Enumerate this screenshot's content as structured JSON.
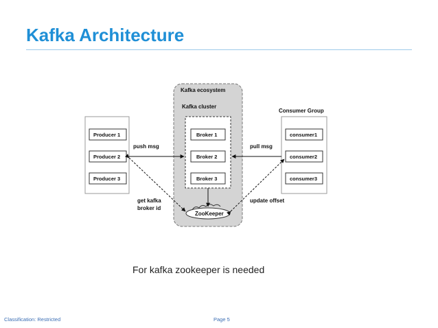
{
  "slide": {
    "title": "Kafka Architecture",
    "caption": "For kafka zookeeper is needed",
    "classification": "Classification: Restricted",
    "page": "Page 5"
  },
  "diagram": {
    "ecosystem_label": "Kafka ecosystem",
    "cluster_label": "Kafka cluster",
    "brokers": [
      "Broker 1",
      "Broker 2",
      "Broker 3"
    ],
    "producers": [
      "Producer 1",
      "Producer 2",
      "Producer 3"
    ],
    "consumer_group_label": "Consumer Group",
    "consumers": [
      "consumer1",
      "consumer2",
      "consumer3"
    ],
    "zookeeper_label": "ZooKeeper",
    "push_msg": "push msg",
    "pull_msg": "pull msg",
    "get_kafka": "get kafka",
    "broker_id": "broker id",
    "update_offset": "update offset"
  },
  "colors": {
    "title": "#1f8fd6",
    "rule": "#9cc9ea",
    "footer": "#3a6db3",
    "ecosystem_fill": "#d4d4d4"
  }
}
